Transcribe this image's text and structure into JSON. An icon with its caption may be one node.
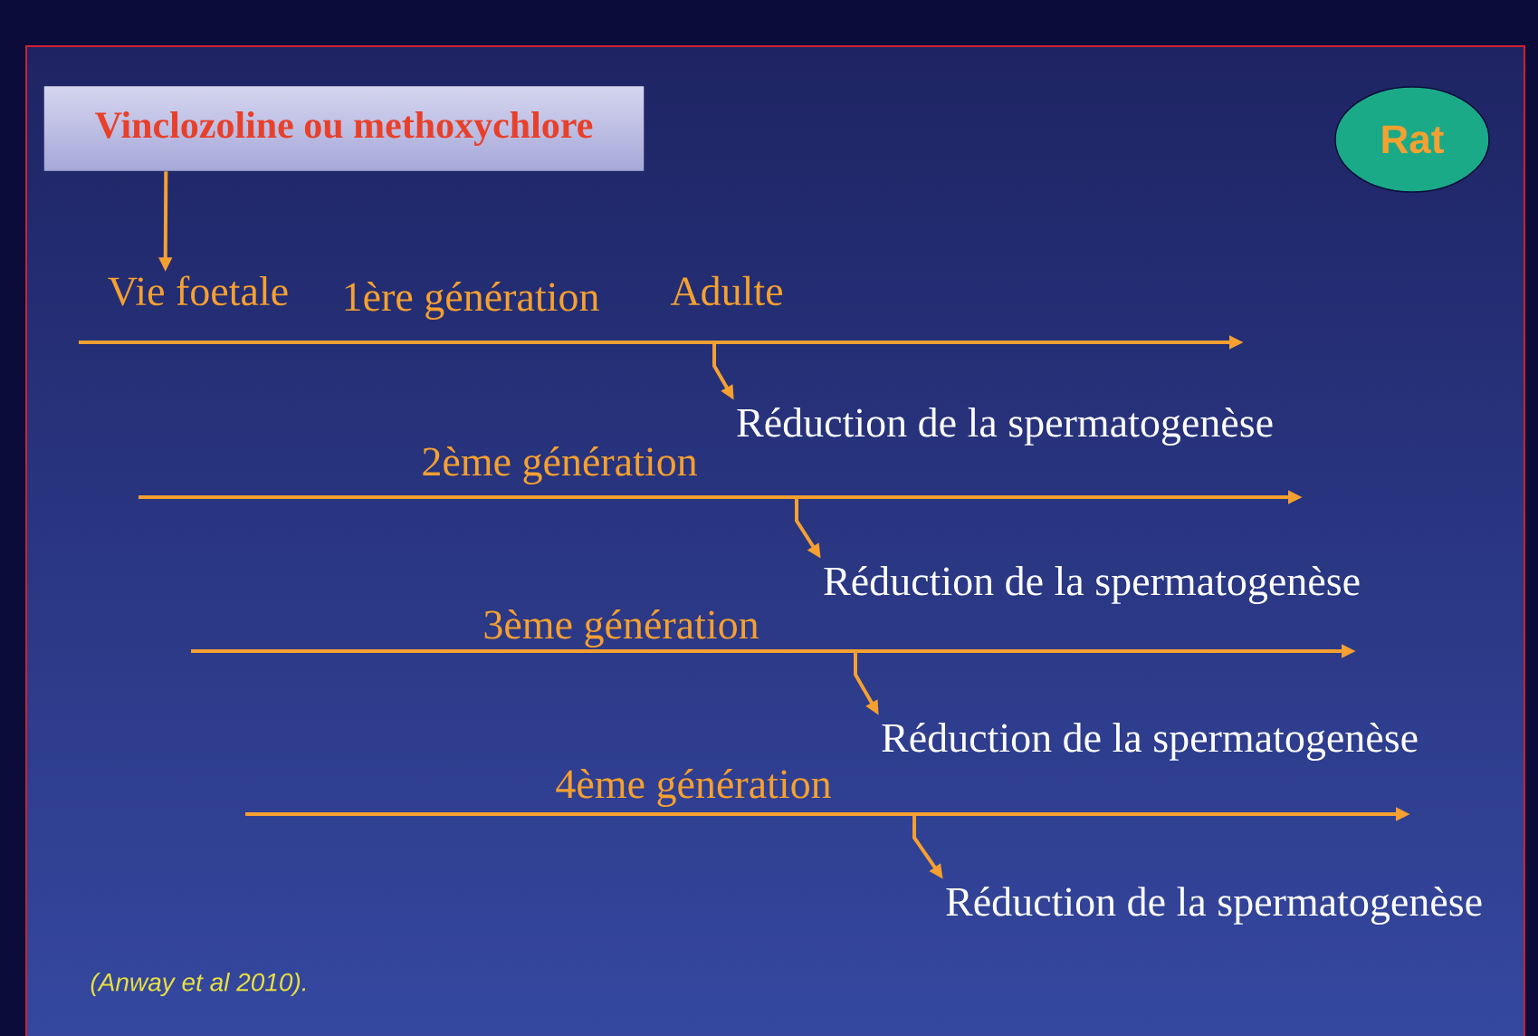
{
  "diagram": {
    "nodes": [
      {
        "text": [
          "Vinclozoline ou methoxychlore"
        ]
      },
      {
        "text": [
          "Rat"
        ]
      },
      {
        "text": [
          "Vie foetale"
        ]
      },
      {
        "text": [
          "Réduction de la spermatogenèse"
        ]
      },
      {
        "text": [
          "Réduction de la spermatogenèse"
        ]
      },
      {
        "text": [
          "Réduction de la spermatogenèse"
        ]
      },
      {
        "text": [
          "Réduction de la spermatogenèse"
        ]
      }
    ],
    "edges": [
      {
        "from": 0,
        "to": 2,
        "arrow": "to"
      },
      {
        "from": null,
        "to": 3,
        "arrow": "to"
      },
      {
        "from": null,
        "to": 4,
        "arrow": "to"
      },
      {
        "from": null,
        "to": 5,
        "arrow": "to"
      },
      {
        "from": null,
        "to": 6,
        "arrow": "to"
      }
    ],
    "labels": [
      "1ère génération",
      "Adulte",
      "2ème génération",
      "3ème génération",
      "4ème génération",
      "(Anway et al 2010)."
    ]
  }
}
